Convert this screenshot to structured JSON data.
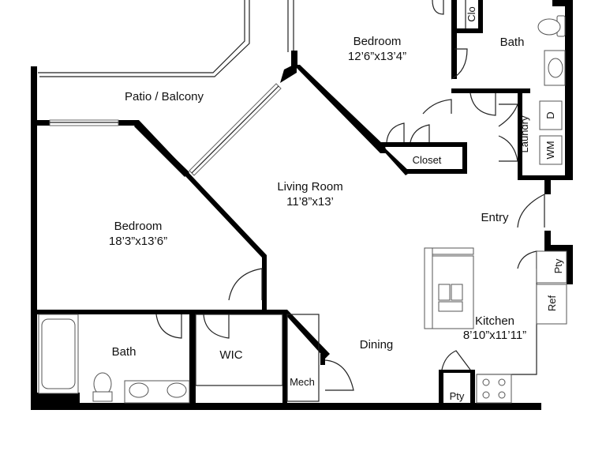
{
  "rooms": {
    "patio": "Patio / Balcony",
    "bedroom_top": {
      "name": "Bedroom",
      "size": "12’6”x13’4”"
    },
    "bath_top": "Bath",
    "closet_top": "Clo",
    "laundry": "Laundry",
    "dryer": "D",
    "washer": "WM",
    "closet_mid": "Closet",
    "living": {
      "name": "Living Room",
      "size": "11’8”x13’"
    },
    "entry": "Entry",
    "pantry_right": "Pty",
    "ref": "Ref",
    "bedroom_left": {
      "name": "Bedroom",
      "size": "18’3”x13’6”"
    },
    "bath_left": "Bath",
    "wic": "WIC",
    "dining": "Dining",
    "kitchen": {
      "name": "Kitchen",
      "size": "8’10”x11’11”"
    },
    "mech": "Mech",
    "pantry_bottom": "Pty"
  }
}
